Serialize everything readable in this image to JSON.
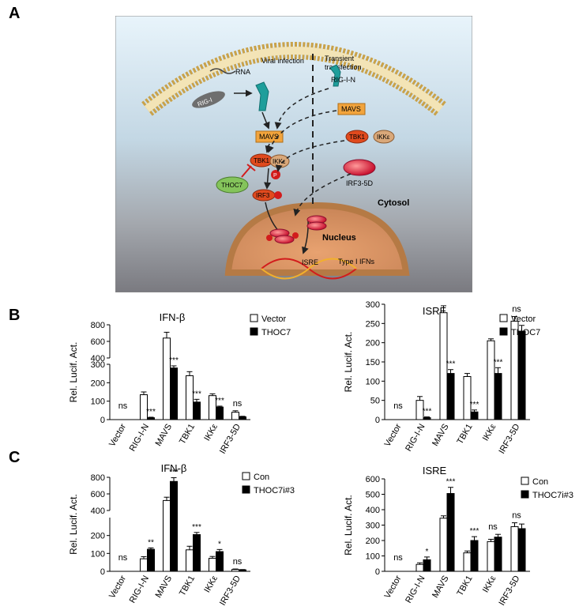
{
  "panel_labels": {
    "a": "A",
    "b": "B",
    "c": "C"
  },
  "diagram": {
    "labels": {
      "rna": "RNA",
      "rig_i": "RIG-I",
      "viral_infection": "Viral infection",
      "transient_1": "Transient",
      "transient_2": "transfection",
      "rig_i_n": "RIG-I-N",
      "mavs_top": "MAVS",
      "mavs": "MAVS",
      "tbk1_top": "TBK1",
      "ikke_top": "IKKε",
      "tbk1": "TBK1",
      "ikke": "IKKε",
      "thoc7": "THOC7",
      "irf3": "IRF3",
      "irf3_5d": "IRF3-5D",
      "cytosol": "Cytosol",
      "nucleus": "Nucleus",
      "isre": "ISRE",
      "type1": "Type I IFNs",
      "p": "P"
    },
    "colors": {
      "bg_top": "#e6f3fb",
      "bg_bottom": "#7e7e84",
      "mavs": "#f2a43c",
      "tbk1": "#e04a1e",
      "thoc7": "#84c45b",
      "rig": "#1e9e9b",
      "nucleus": "#d99a63"
    }
  },
  "chart_data": [
    {
      "type": "bar",
      "panel": "B",
      "title": "IFN-β",
      "ylabel": "Rel. Lucif. Act.",
      "categories": [
        "Vector",
        "RIG-I-N",
        "MAVS",
        "TBK1",
        "IKKε",
        "IRF3-5D"
      ],
      "series": [
        {
          "name": "Vector",
          "values": [
            0,
            135,
            640,
            238,
            130,
            40
          ],
          "errors": [
            0,
            15,
            70,
            22,
            10,
            8
          ]
        },
        {
          "name": "THOC7",
          "values": [
            0,
            10,
            280,
            95,
            68,
            15
          ],
          "errors": [
            0,
            3,
            25,
            15,
            5,
            3
          ]
        }
      ],
      "significance": [
        "ns",
        "***",
        "***",
        "***",
        "***",
        "ns"
      ],
      "y_break": {
        "lower": [
          0,
          300
        ],
        "upper": [
          400,
          800
        ]
      },
      "ticks_lower": [
        0,
        100,
        200,
        300
      ],
      "ticks_upper": [
        400,
        600,
        800
      ],
      "legend": "top-right"
    },
    {
      "type": "bar",
      "panel": "B",
      "title": "ISRE",
      "ylabel": "Rel. Lucif. Act.",
      "categories": [
        "Vector",
        "RIG-I-N",
        "MAVS",
        "TBK1",
        "IKKε",
        "IRF3-5D"
      ],
      "series": [
        {
          "name": "Vector",
          "values": [
            0,
            50,
            278,
            112,
            205,
            256
          ],
          "errors": [
            0,
            10,
            18,
            8,
            5,
            12
          ]
        },
        {
          "name": "THOC7",
          "values": [
            0,
            5,
            120,
            20,
            120,
            230
          ],
          "errors": [
            0,
            2,
            10,
            5,
            15,
            15
          ]
        }
      ],
      "significance": [
        "ns",
        "***",
        "***",
        "***",
        "***",
        "ns"
      ],
      "ylim": [
        0,
        300
      ],
      "ticks": [
        0,
        50,
        100,
        150,
        200,
        250,
        300
      ],
      "legend": "top-right"
    },
    {
      "type": "bar",
      "panel": "C",
      "title": "IFN-β",
      "ylabel": "Rel. Lucif. Act.",
      "categories": [
        "Vector",
        "RIG-I-N",
        "MAVS",
        "TBK1",
        "IKKε",
        "IRF3-5D"
      ],
      "series": [
        {
          "name": "Con",
          "values": [
            0,
            70,
            520,
            120,
            73,
            10
          ],
          "errors": [
            0,
            12,
            40,
            20,
            10,
            3
          ]
        },
        {
          "name": "THOC7i#3",
          "values": [
            0,
            123,
            750,
            205,
            110,
            8
          ],
          "errors": [
            0,
            8,
            45,
            12,
            12,
            2
          ]
        }
      ],
      "significance": [
        "ns",
        "**",
        "***",
        "***",
        "*",
        "ns"
      ],
      "y_break": {
        "lower": [
          0,
          300
        ],
        "upper": [
          400,
          800
        ]
      },
      "ticks_lower": [
        0,
        100,
        200
      ],
      "ticks_upper": [
        400,
        600,
        800
      ],
      "legend": "top-right"
    },
    {
      "type": "bar",
      "panel": "C",
      "title": "ISRE",
      "ylabel": "Rel. Lucif. Act.",
      "categories": [
        "Vector",
        "RIG-I-N",
        "MAVS",
        "TBK1",
        "IKKε",
        "IRF3-5D"
      ],
      "series": [
        {
          "name": "Con",
          "values": [
            0,
            45,
            345,
            120,
            193,
            290
          ],
          "errors": [
            0,
            10,
            15,
            12,
            15,
            25
          ]
        },
        {
          "name": "THOC7i#3",
          "values": [
            0,
            75,
            505,
            200,
            222,
            277
          ],
          "errors": [
            0,
            18,
            40,
            25,
            18,
            30
          ]
        }
      ],
      "significance": [
        "ns",
        "*",
        "***",
        "***",
        "ns",
        "ns"
      ],
      "ylim": [
        0,
        600
      ],
      "ticks": [
        0,
        100,
        200,
        300,
        400,
        500,
        600
      ],
      "legend": "top-right"
    }
  ]
}
